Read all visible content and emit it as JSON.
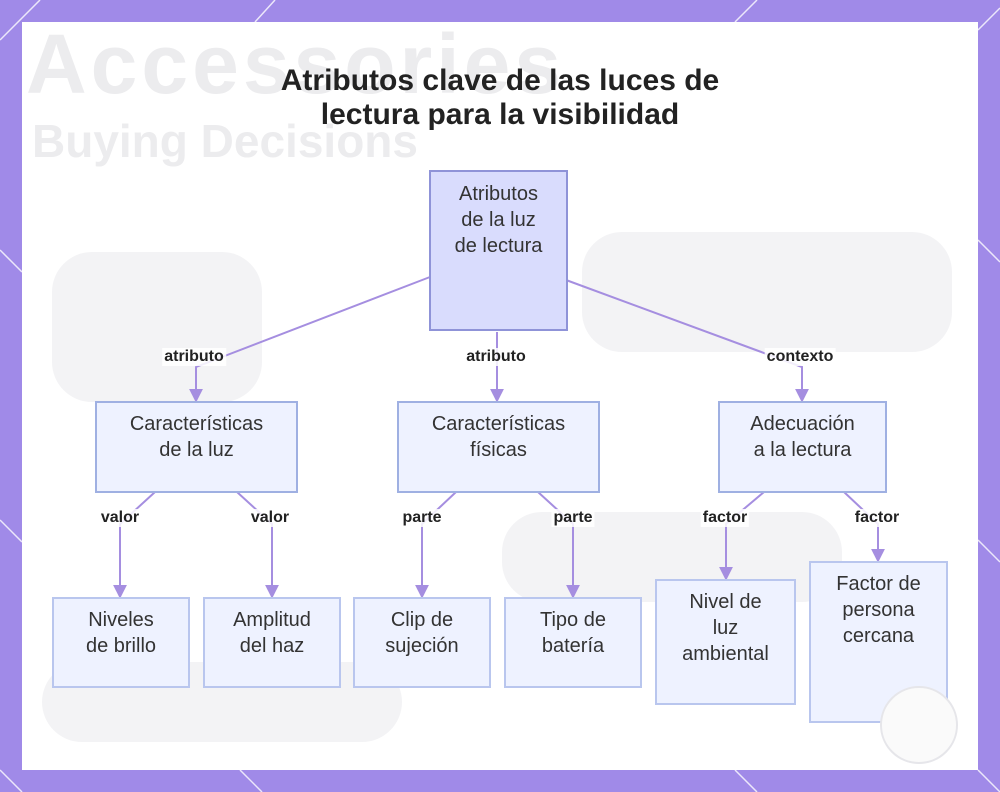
{
  "title": "Atributos clave de las luces de\nlectura para la visibilidad",
  "background_watermark": {
    "line1": "Accessories",
    "line2": "Buying Decisions"
  },
  "nodes": {
    "root": "Atributos\nde la luz\nde lectura",
    "light": "Características\nde la luz",
    "physical": "Características\nfísicas",
    "suitability": "Adecuación\na la lectura",
    "brightness": "Niveles\nde brillo",
    "beam": "Amplitud\ndel haz",
    "clip": "Clip de\nsujeción",
    "battery": "Tipo de\nbatería",
    "ambient": "Nivel de\nluz\nambiental",
    "nearby": "Factor de\npersona\ncercana"
  },
  "edge_labels": {
    "root_light": "atributo",
    "root_physical": "atributo",
    "root_suitability": "contexto",
    "light_brightness": "valor",
    "light_beam": "valor",
    "physical_clip": "parte",
    "physical_battery": "parte",
    "suitability_ambient": "factor",
    "suitability_nearby": "factor"
  },
  "colors": {
    "frame": "#a08ae8",
    "edge": "#a58ee0",
    "root_fill": "#d9dcfd",
    "node_fill": "#eef2ff"
  }
}
